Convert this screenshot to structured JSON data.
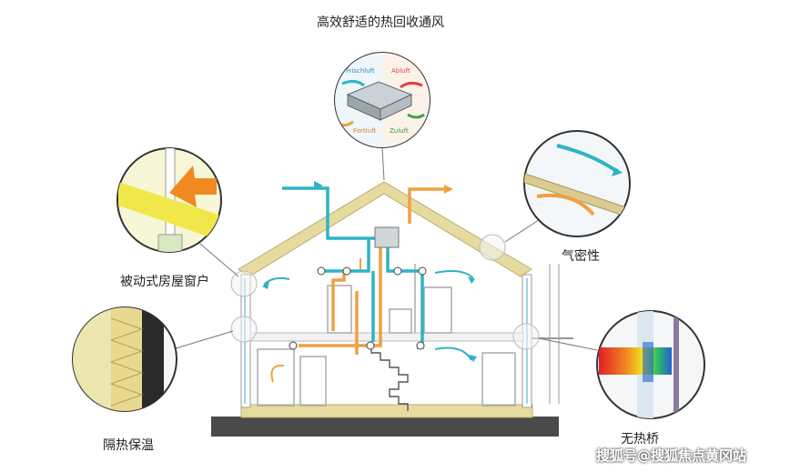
{
  "title": "高效舒适的热回收通风",
  "labels": {
    "passive_window": "被动式房屋窗户",
    "airtightness": "气密性",
    "insulation": "隔热保温",
    "no_thermal_bridge": "无热桥"
  },
  "ventilation_unit": {
    "fresh_air": "Frischluft",
    "exhaust_air": "Abluft",
    "outgoing_air": "Fortluft",
    "supply_air": "Zuluft"
  },
  "watermark": "搜狐号@搜狐焦点黄冈站",
  "colors": {
    "supply_duct": "#2fb3c4",
    "exhaust_duct": "#f0a040",
    "roof": "#e6dca0",
    "foundation": "#4a4a4a"
  }
}
